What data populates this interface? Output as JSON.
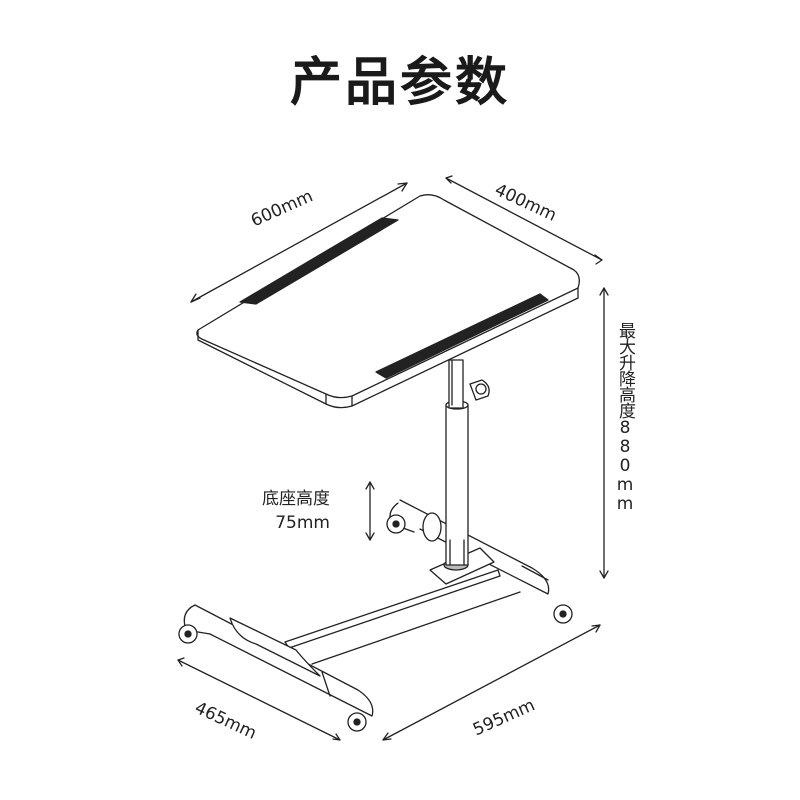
{
  "title": "产品参数",
  "dimensions": {
    "width": "600mm",
    "depth": "400mm",
    "base_width": "465mm",
    "base_length": "595mm",
    "max_height": "最大升降高度880mm",
    "base_height_label": "底座高度",
    "base_height_value": "75mm"
  }
}
